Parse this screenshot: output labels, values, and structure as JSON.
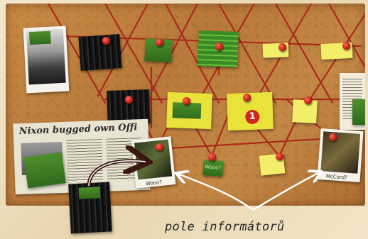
{
  "caption": "pole informátorů",
  "newspaper": {
    "headline": "Nixon bugged own Offi"
  },
  "card_labels": {
    "photo_mid": "Wooo?",
    "photo_right": "McCord?",
    "note_bottom": "Wooo?"
  },
  "badge_number": "1",
  "colors": {
    "cork": "#b8793a",
    "string": "#a82b1e",
    "pin": "#d1281c",
    "arrow": "#ffffff",
    "dark_arrow": "#3a1810"
  }
}
